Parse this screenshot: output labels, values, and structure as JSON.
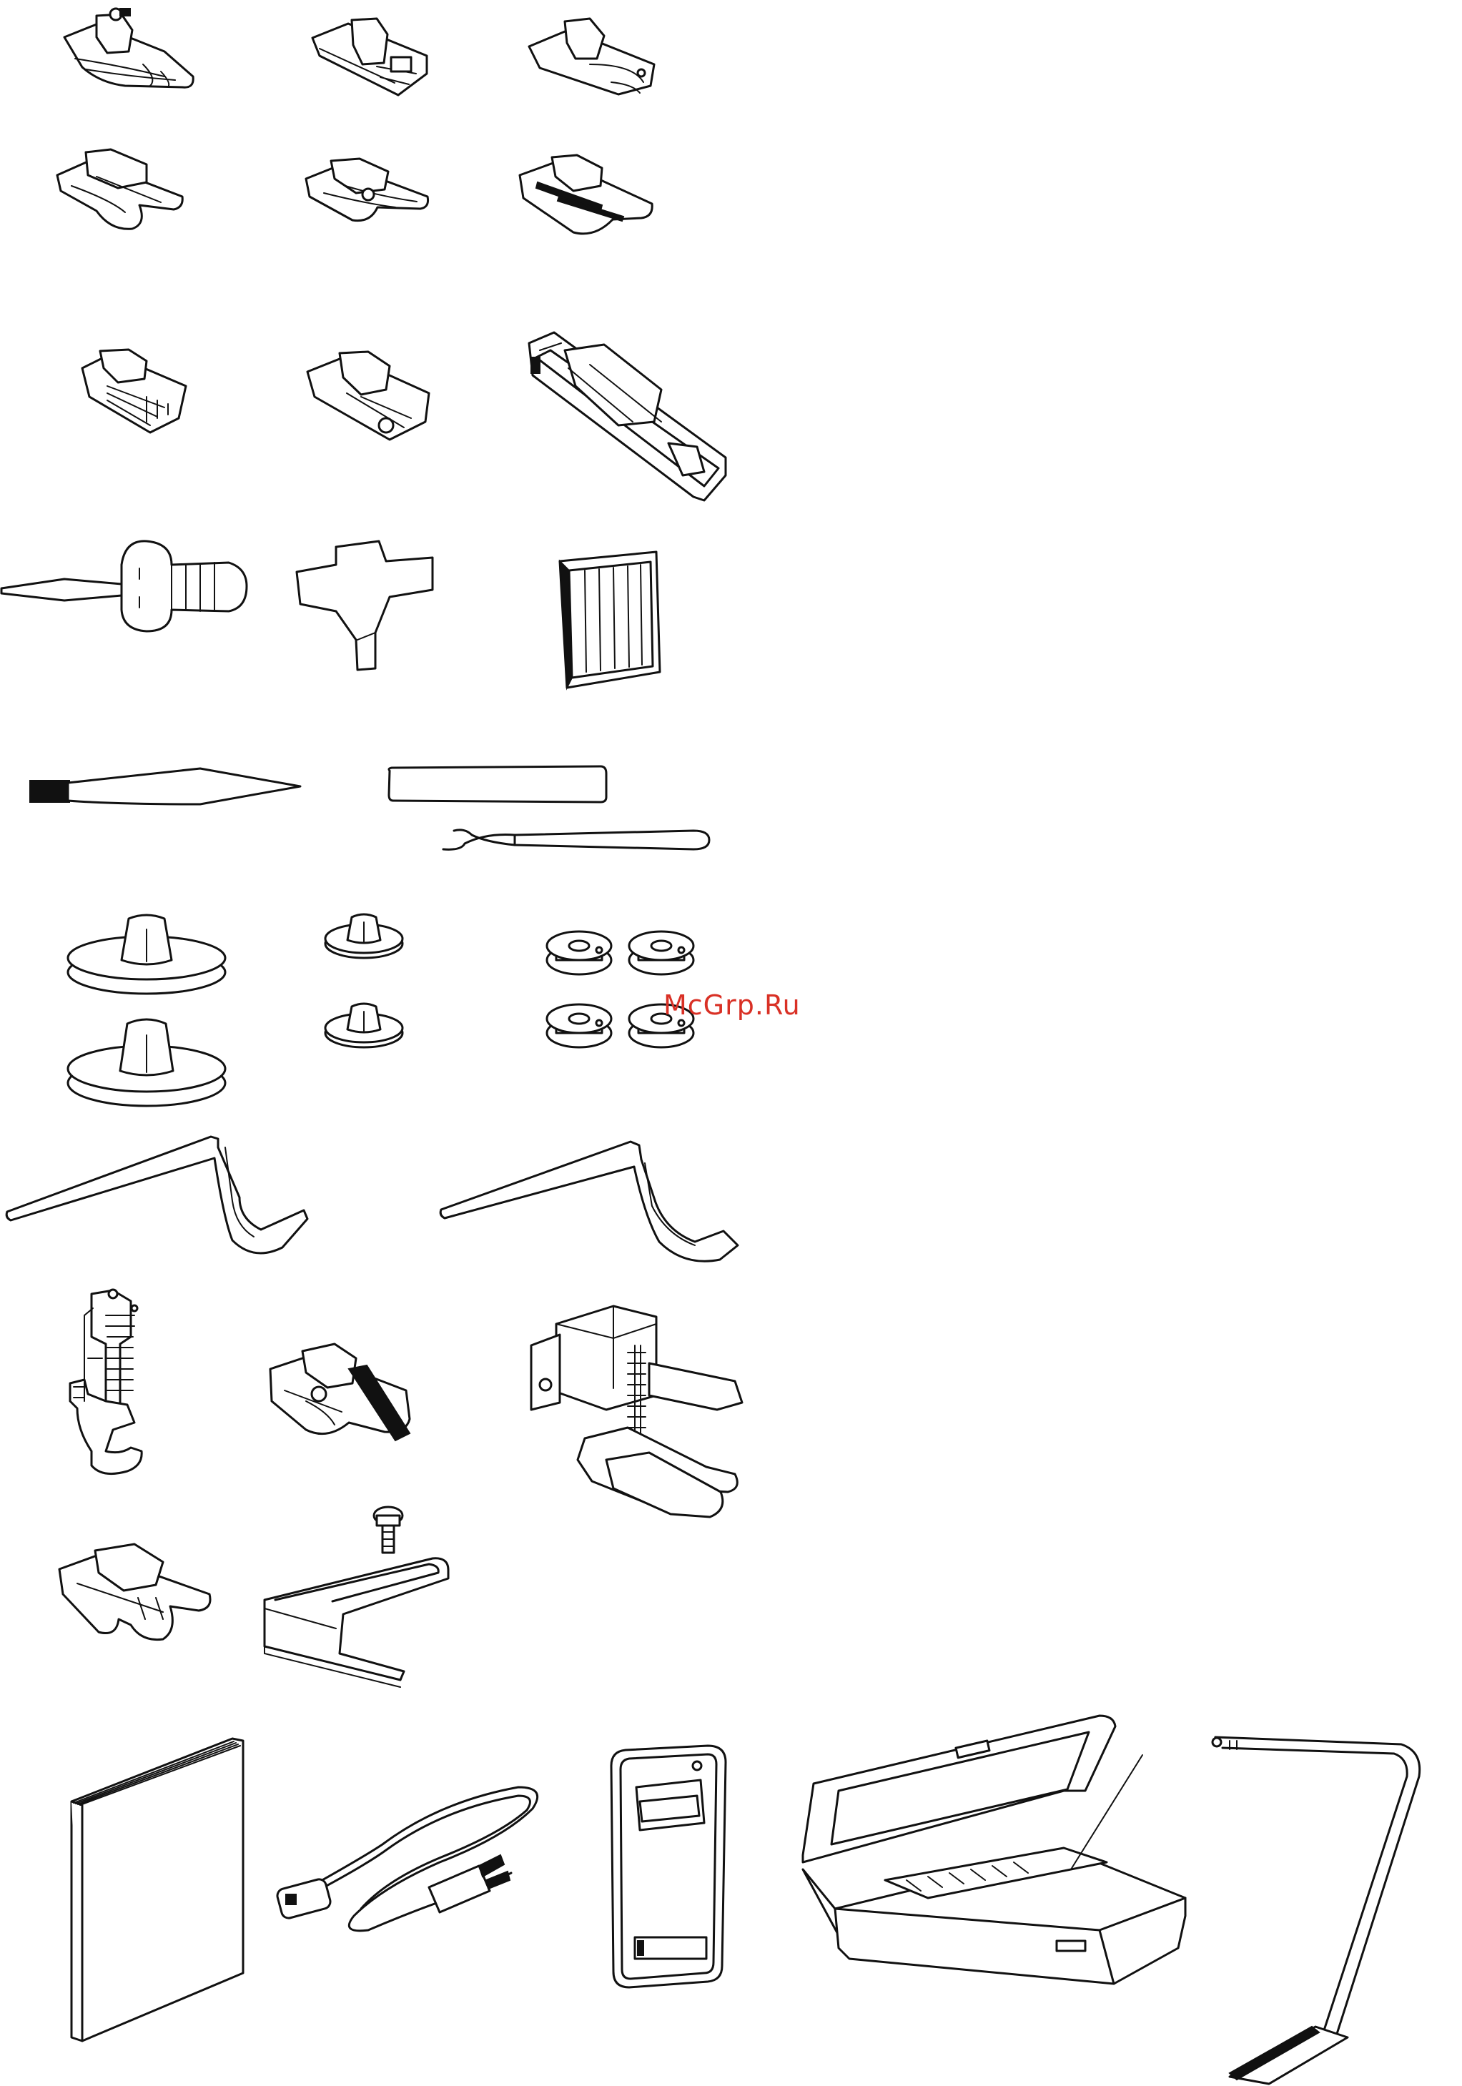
{
  "page": {
    "background": "#ffffff",
    "line_color": "#111111"
  },
  "watermark": {
    "text": "McGrp.Ru",
    "color": "#d93025"
  },
  "accessories": [
    {
      "name": "presser-foot-zigzag"
    },
    {
      "name": "presser-foot-zipper"
    },
    {
      "name": "presser-foot-rolled-hem"
    },
    {
      "name": "presser-foot-open-toe"
    },
    {
      "name": "presser-foot-satin-stitch"
    },
    {
      "name": "presser-foot-blind-hem"
    },
    {
      "name": "presser-foot-cording"
    },
    {
      "name": "presser-foot-overcasting"
    },
    {
      "name": "buttonhole-foot"
    },
    {
      "name": "screwdriver"
    },
    {
      "name": "disc-screwdriver"
    },
    {
      "name": "needle-set-case"
    },
    {
      "name": "cleaning-brush"
    },
    {
      "name": "seam-ripper"
    },
    {
      "name": "spool-cap-large"
    },
    {
      "name": "spool-cap-small"
    },
    {
      "name": "bobbins"
    },
    {
      "name": "edge-guide-bar"
    },
    {
      "name": "quilting-guide-bar"
    },
    {
      "name": "darning-foot"
    },
    {
      "name": "quarter-inch-foot"
    },
    {
      "name": "walking-foot"
    },
    {
      "name": "straight-stitch-foot"
    },
    {
      "name": "seam-guide-with-screw"
    },
    {
      "name": "instruction-manual"
    },
    {
      "name": "power-cord"
    },
    {
      "name": "cover-plate"
    },
    {
      "name": "accessory-box"
    },
    {
      "name": "knee-lifter"
    }
  ]
}
